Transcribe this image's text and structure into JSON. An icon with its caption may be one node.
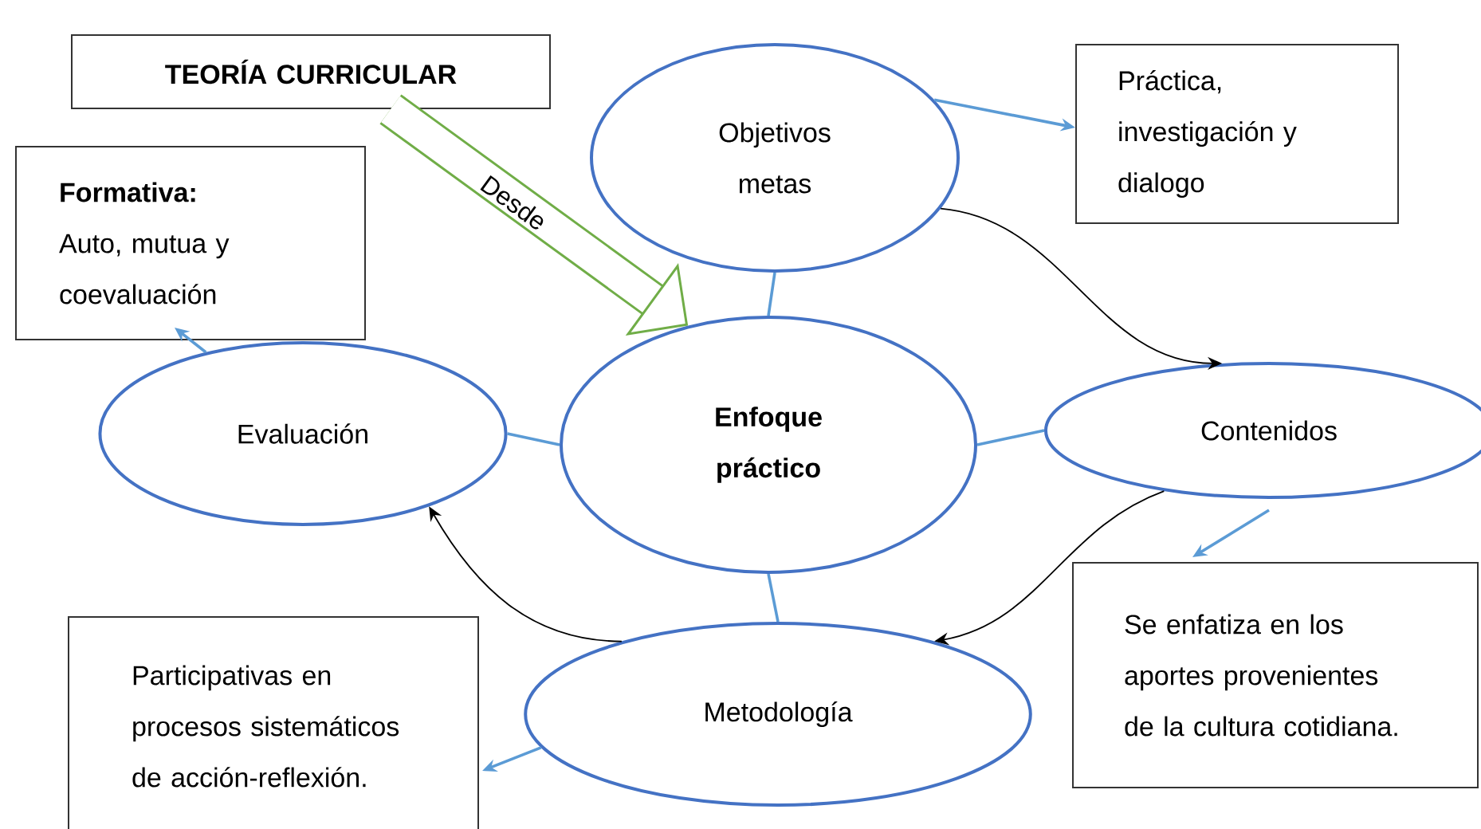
{
  "diagram": {
    "nodes": [
      {
        "text": [
          "TEORÍA CURRICULAR"
        ]
      },
      {
        "text": [
          "Objetivos metas"
        ]
      },
      {
        "text": [
          "Práctica, investigación y dialogo"
        ]
      },
      {
        "text": [
          "Formativa:",
          "Auto, mutua y coevaluación"
        ]
      },
      {
        "text": [
          "Enfoque práctico"
        ]
      },
      {
        "text": [
          "Evaluación"
        ]
      },
      {
        "text": [
          "Contenidos"
        ]
      },
      {
        "text": [
          "Se enfatiza en los aportes provenientes de la cultura cotidiana."
        ]
      },
      {
        "text": [
          "Metodología"
        ]
      },
      {
        "text": [
          "Participativas en procesos sistemáticos de acción-reflexión."
        ]
      }
    ],
    "edges": [
      {
        "from": 0,
        "to": 4,
        "arrow": "to",
        "label": "Desde",
        "style": "thick",
        "color": "#70ad47"
      },
      {
        "from": 1,
        "to": 2,
        "arrow": "to"
      },
      {
        "from": 1,
        "to": 6,
        "arrow": "to",
        "color": "#000000"
      },
      {
        "from": 1,
        "to": 4,
        "arrow": "none"
      },
      {
        "from": 5,
        "to": 4,
        "arrow": "none"
      },
      {
        "from": 4,
        "to": 6,
        "arrow": "none"
      },
      {
        "from": 4,
        "to": 8,
        "arrow": "none"
      },
      {
        "from": 5,
        "to": 3,
        "arrow": "to"
      },
      {
        "from": 6,
        "to": 7,
        "arrow": "to"
      },
      {
        "from": 6,
        "to": 8,
        "arrow": "to",
        "color": "#000000"
      },
      {
        "from": 8,
        "to": 5,
        "arrow": "to",
        "color": "#000000"
      },
      {
        "from": 8,
        "to": 9,
        "arrow": "to"
      }
    ]
  }
}
